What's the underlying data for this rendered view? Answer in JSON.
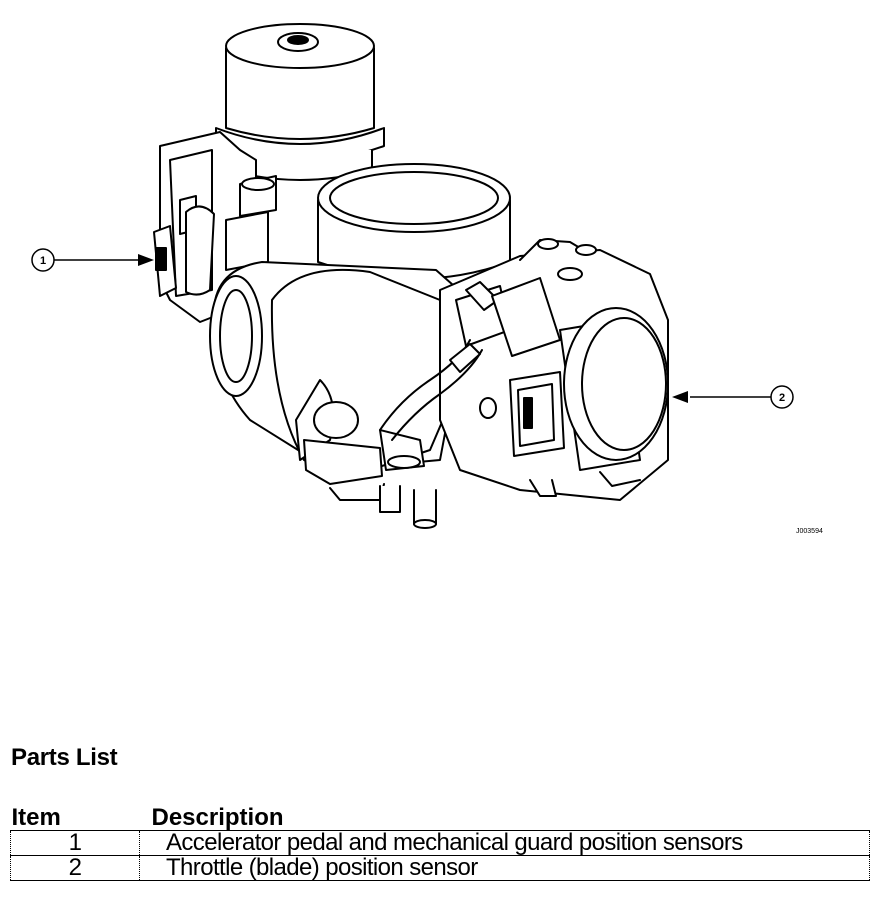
{
  "diagram": {
    "callouts": [
      {
        "label": "1"
      },
      {
        "label": "2"
      }
    ],
    "figure_ref": "J003594"
  },
  "parts_list": {
    "title": "Parts List",
    "headers": {
      "item": "Item",
      "description": "Description"
    },
    "rows": [
      {
        "item": "1",
        "description": "Accelerator pedal and mechanical guard position sensors"
      },
      {
        "item": "2",
        "description": "Throttle (blade) position sensor"
      }
    ]
  }
}
